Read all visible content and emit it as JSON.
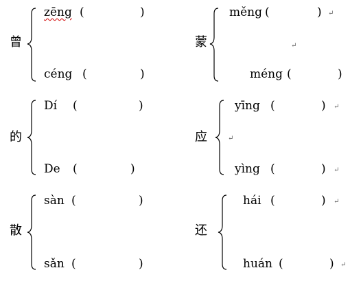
{
  "paren_open": "(",
  "paren_close": ")",
  "return_mark": "↵",
  "entries": [
    {
      "char": "曾",
      "top": "zēng",
      "bottom": "céng"
    },
    {
      "char": "蒙",
      "top": "měng",
      "bottom": "méng"
    },
    {
      "char": "的",
      "top": "Dí",
      "bottom": "De"
    },
    {
      "char": "应",
      "top": "yīng",
      "bottom": "yìng"
    },
    {
      "char": "散",
      "top": "sàn",
      "bottom": "sǎn"
    },
    {
      "char": "还",
      "top": "hái",
      "bottom": "huán"
    }
  ]
}
